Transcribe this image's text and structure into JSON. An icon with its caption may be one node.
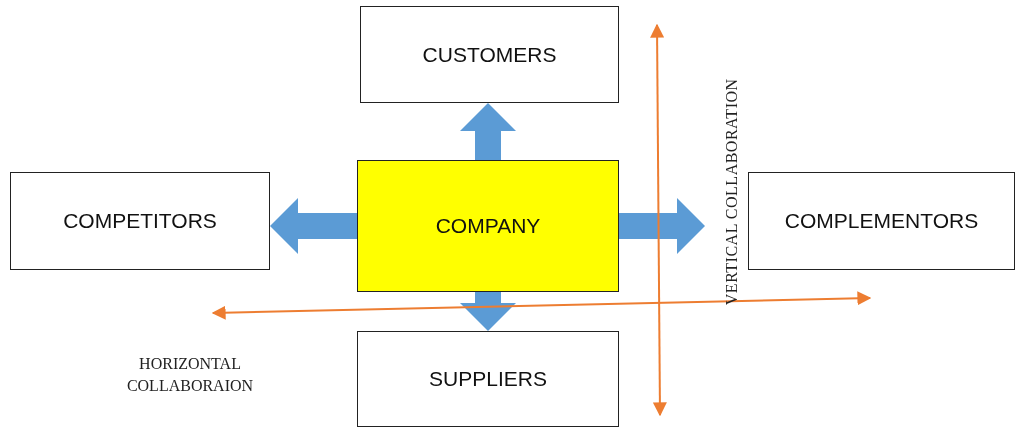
{
  "diagram": {
    "nodes": [
      {
        "text": [
          "CUSTOMERS"
        ]
      },
      {
        "text": [
          "COMPETITORS"
        ]
      },
      {
        "text": [
          "COMPANY"
        ]
      },
      {
        "text": [
          "COMPLEMENTORS"
        ]
      },
      {
        "text": [
          "SUPPLIERS"
        ]
      }
    ],
    "edges": [
      {
        "from": 2,
        "to": 0,
        "arrow": "to"
      },
      {
        "from": 2,
        "to": 1,
        "arrow": "to"
      },
      {
        "from": 2,
        "to": 3,
        "arrow": "to"
      },
      {
        "from": 2,
        "to": 4,
        "arrow": "to"
      }
    ],
    "labels": [
      "HORIZONTAL COLLABORAION",
      "VERTICAL COLLABORATION"
    ]
  }
}
